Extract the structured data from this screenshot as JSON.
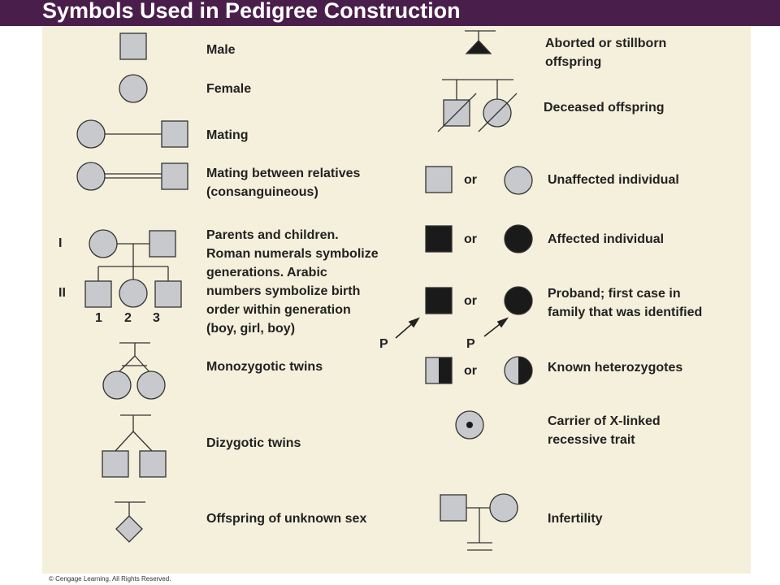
{
  "title": "Symbols Used in Pedigree Construction",
  "colors": {
    "title_bar": "#4a1e4a",
    "panel_background": "#f5f0dc",
    "unaffected_fill": "#c8c9cc",
    "affected_fill": "#1a1a1a"
  },
  "left_labels": {
    "male": "Male",
    "female": "Female",
    "mating": "Mating",
    "mating_relatives": "Mating between relatives\n(consanguineous)",
    "parents_children": "Parents and children.\nRoman numerals symbolize\ngenerations. Arabic\nnumbers symbolize birth\norder within generation\n(boy, girl, boy)",
    "monozygotic": "Monozygotic twins",
    "dizygotic": "Dizygotic twins",
    "unknown_sex": "Offspring of unknown sex"
  },
  "generation_labels": {
    "gen1": "I",
    "gen2": "II"
  },
  "birth_order": {
    "b1": "1",
    "b2": "2",
    "b3": "3"
  },
  "right_labels": {
    "aborted": "Aborted or stillborn\noffspring",
    "deceased": "Deceased offspring",
    "unaffected": "Unaffected individual",
    "affected": "Affected individual",
    "proband": "Proband; first case in\nfamily that was identified",
    "heterozygotes": "Known heterozygotes",
    "carrier": "Carrier of X-linked\nrecessive trait",
    "infertility": "Infertility"
  },
  "or_text": {
    "or1": "or",
    "or2": "or",
    "or3": "or",
    "or4": "or"
  },
  "proband_marker": {
    "p1": "P",
    "p2": "P"
  },
  "copyright": "© Cengage Learning. All Rights Reserved."
}
